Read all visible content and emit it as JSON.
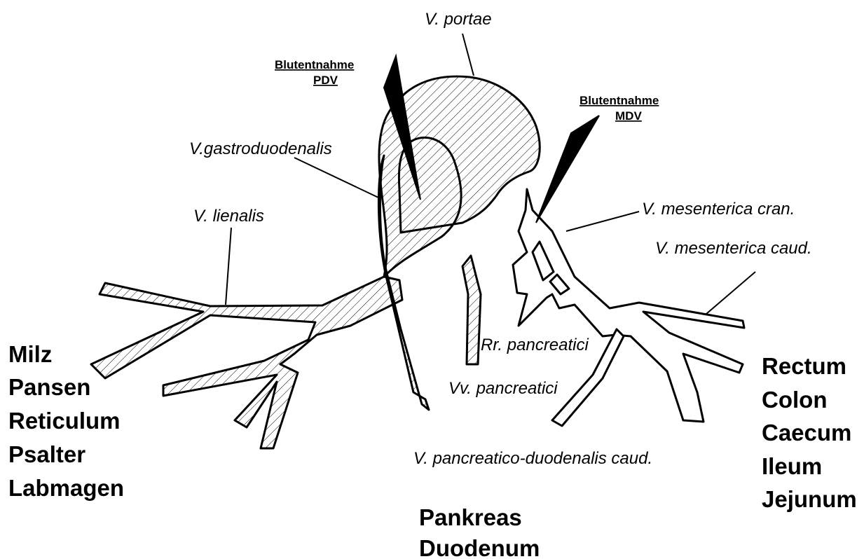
{
  "labels": {
    "portae": "V.  portae",
    "gastroduodenalis": "V.gastroduodenalis",
    "lienalis": "V. lienalis",
    "mesenterica_cran": "V. mesenterica cran.",
    "mesenterica_caud": "V. mesenterica caud.",
    "rr_pancreatici": "Rr. pancreatici",
    "vv_pancreatici": "Vv. pancreatici",
    "pancreatico_duodenalis": "V. pancreatico-duodenalis caud."
  },
  "sampling": {
    "pdv_title": "Blutentnahme",
    "pdv_code": "PDV",
    "mdv_title": "Blutentnahme",
    "mdv_code": "MDV"
  },
  "organs_left": [
    "Milz",
    "Pansen",
    "Reticulum",
    "Psalter",
    "Labmagen"
  ],
  "organs_right": [
    "Rectum",
    "Colon",
    "Caecum",
    "Ileum",
    "Jejunum"
  ],
  "organs_bottom": [
    "Pankreas",
    "Duodenum"
  ]
}
